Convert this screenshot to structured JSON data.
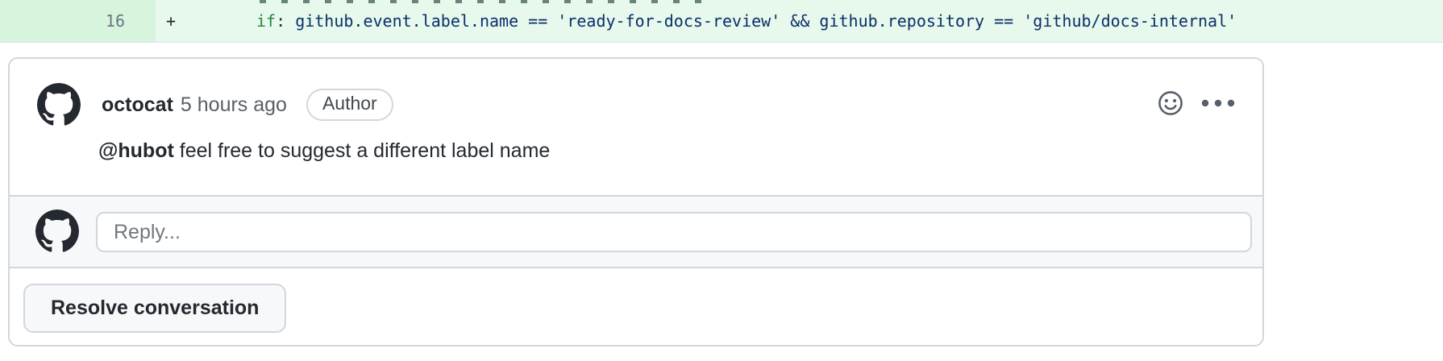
{
  "diff_line": {
    "line_number": "16",
    "change_marker": "+",
    "code_keyword": "if",
    "code_separator": ": ",
    "code_expression": "github.event.label.name == 'ready-for-docs-review' && github.repository == 'github/docs-internal'"
  },
  "comment": {
    "author": "octocat",
    "timestamp": "5 hours ago",
    "role_badge": "Author",
    "body_mention": "@hubot",
    "body_rest": " feel free to suggest a different label name"
  },
  "reply": {
    "placeholder": "Reply..."
  },
  "actions": {
    "resolve_label": "Resolve conversation"
  },
  "icons": {
    "avatar": "github-octocat-mark",
    "reaction": "smiley-icon",
    "overflow_menu": "kebab-horizontal-icon"
  },
  "colors": {
    "addition_line_bg": "#e7f8ec",
    "addition_gutter_bg": "#d7f4dd",
    "keyword_green": "#22863a",
    "code_navy": "#0a3069",
    "border": "#d0d7de",
    "muted_bg": "#f6f8fa",
    "text": "#24292f",
    "muted_text": "#57606a"
  }
}
